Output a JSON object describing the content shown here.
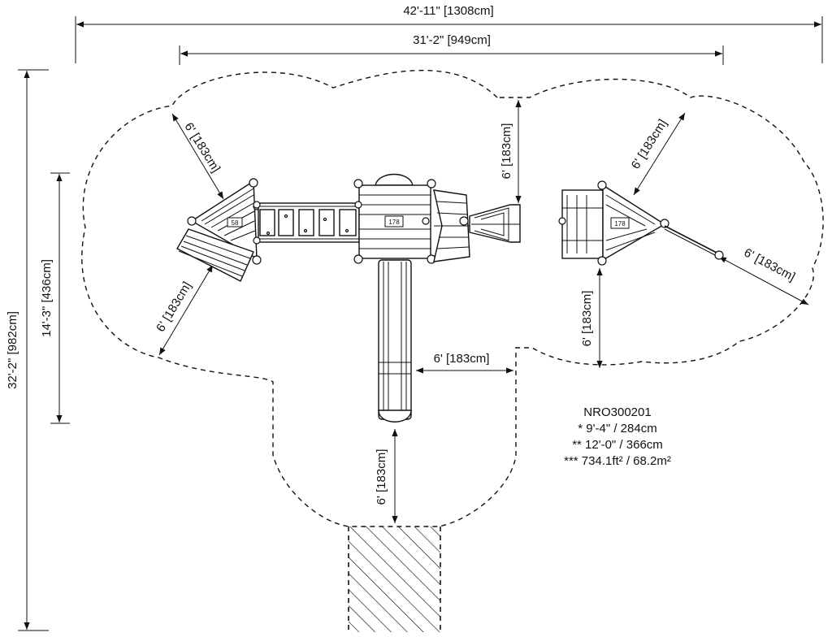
{
  "dimensions": {
    "overall_width": "42'-11\" [1308cm]",
    "inner_width": "31'-2\" [949cm]",
    "overall_height": "32'-2\" [982cm]",
    "inner_height": "14'-3\" [436cm]",
    "clearance": "6' [183cm]"
  },
  "deck_tags": {
    "left": "58",
    "center": "178",
    "right": "178"
  },
  "info": {
    "model": "NRO300201",
    "line1": "* 9'-4\" / 284cm",
    "line2": "** 12'-0\" / 366cm",
    "line3": "*** 734.1ft² / 68.2m²"
  }
}
